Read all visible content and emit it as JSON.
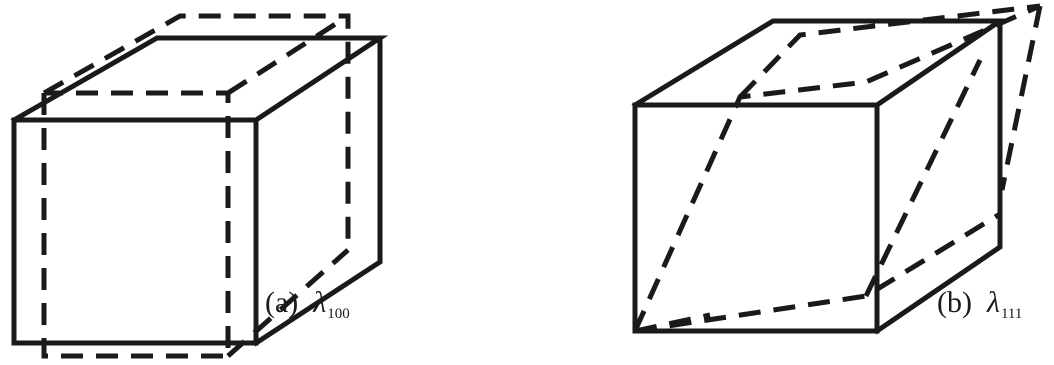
{
  "figure": {
    "panels": [
      {
        "id": "a",
        "label": "(a)",
        "symbol": "λ",
        "subscript": "100"
      },
      {
        "id": "b",
        "label": "(b)",
        "symbol": "λ",
        "subscript": "111"
      }
    ]
  }
}
